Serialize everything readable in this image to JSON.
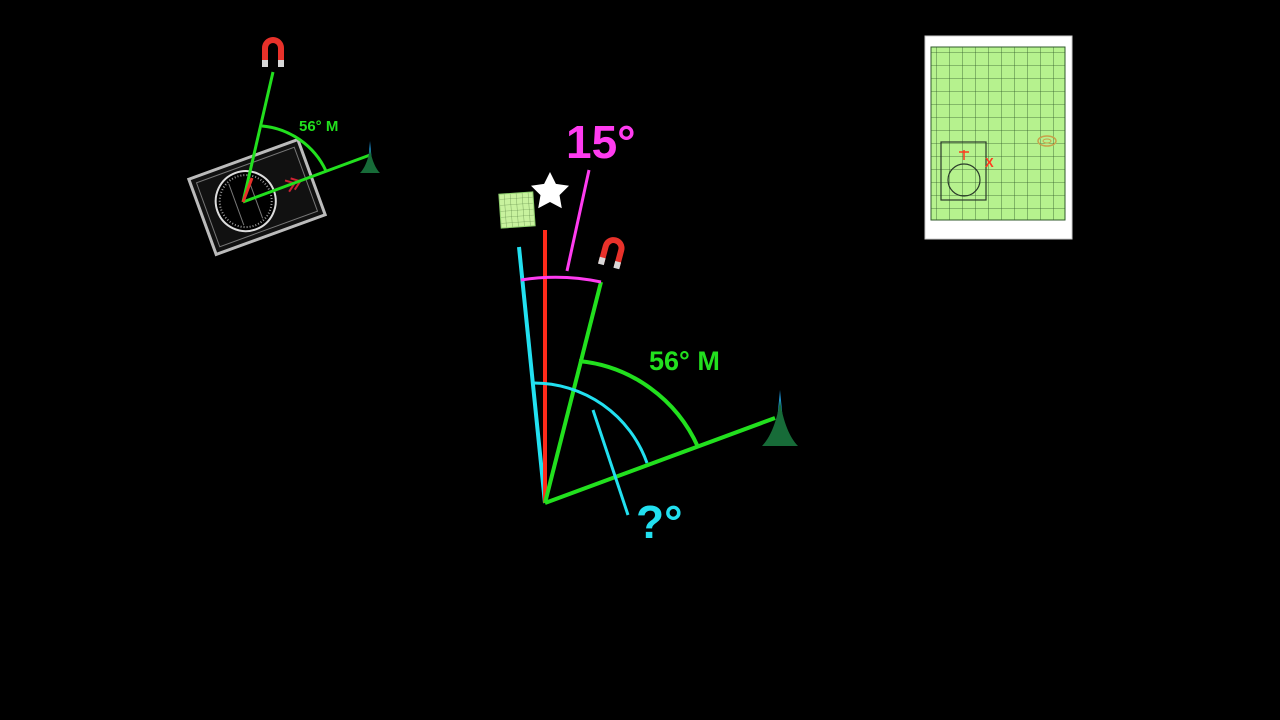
{
  "labels": {
    "small_bearing": "56° M",
    "declination": "15°",
    "main_bearing": "56° M",
    "unknown": "?°",
    "map_marker": "X"
  },
  "colors": {
    "background": "#000000",
    "magnetic": "#22e01e",
    "true_north": "#ff2a1a",
    "grid_north": "#22e0f0",
    "declination": "#ff3cf0",
    "magnet_red": "#e8312a",
    "magnet_tip": "#d8d8d8",
    "tree": "#176b38",
    "tree_tip": "#1d8fcf",
    "map_paper": "#ffffff",
    "map_grid_fill": "#b6f28e",
    "map_grid_line": "#2f5a2a",
    "map_marker": "#ff3b1f",
    "star": "#ffffff"
  },
  "icons": {
    "magnet": "horseshoe-magnet-icon",
    "tree": "tree-landmark-icon",
    "star": "star-icon",
    "compass": "baseplate-compass-icon",
    "map": "topographic-map-icon"
  }
}
